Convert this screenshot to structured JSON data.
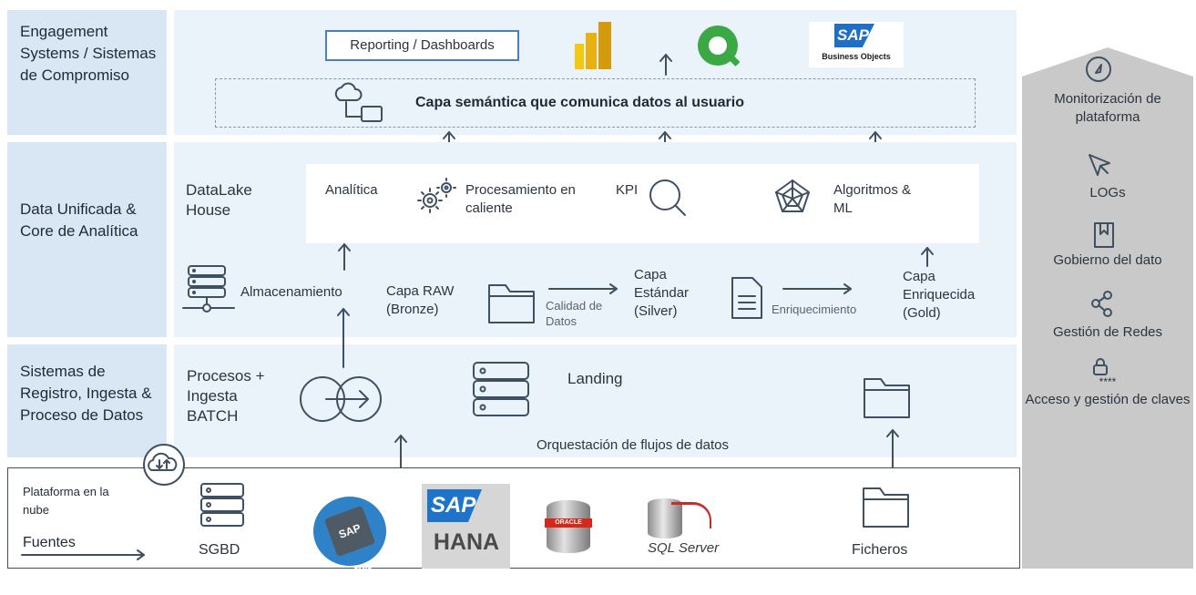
{
  "layers": {
    "engagement": "Engagement Systems / Sistemas de Compromiso",
    "data_core": "Data Unificada & Core de Analítica",
    "registro": "Sistemas de Registro, Ingesta & Proceso de Datos",
    "fuentes_top": "Plataforma en la nube",
    "fuentes": "Fuentes"
  },
  "engagement_area": {
    "reporting": "Reporting / Dashboards",
    "semantic": "Capa semántica que comunica datos al usuario",
    "logos": [
      "power-bi-logo",
      "qlik-logo",
      "sap-businessobjects-logo"
    ],
    "sap_text": "SAP",
    "bo_text": "Business Objects"
  },
  "datalake": {
    "title": "DataLake House",
    "analitica": "Analítica",
    "procesamiento": "Procesamiento en caliente",
    "kpi": "KPI",
    "algoritmos": "Algoritmos & ML",
    "almacenamiento": "Almacenamiento",
    "capa_raw": "Capa RAW (Bronze)",
    "calidad": "Calidad de Datos",
    "capa_estandar": "Capa Estándar (Silver)",
    "enriquecimiento": "Enriquecimiento",
    "capa_enriquecida": "Capa Enriquecida (Gold)"
  },
  "ingesta": {
    "procesos": "Procesos + Ingesta BATCH",
    "landing": "Landing",
    "orquestacion": "Orquestación de flujos de datos"
  },
  "fuentes_row": {
    "sgbd": "SGBD",
    "ficheros": "Ficheros",
    "sap_bw": "SAP BW",
    "sap_hana_top": "SAP",
    "sap_hana_bottom": "HANA",
    "oracle": "ORACLE",
    "sql_server": "SQL Server"
  },
  "governance": {
    "monitorizacion": "Monitorización de plataforma",
    "logs": "LOGs",
    "gobierno": "Gobierno del dato",
    "redes": "Gestión de Redes",
    "acceso_stars": "****",
    "acceso": "Acceso y gestión de claves"
  },
  "colors": {
    "label_bg": "#d9e6f3",
    "band_bg": "#eaf2fa",
    "panel_gray": "#c9c9c9",
    "accent_blue": "#4a7fc1"
  }
}
